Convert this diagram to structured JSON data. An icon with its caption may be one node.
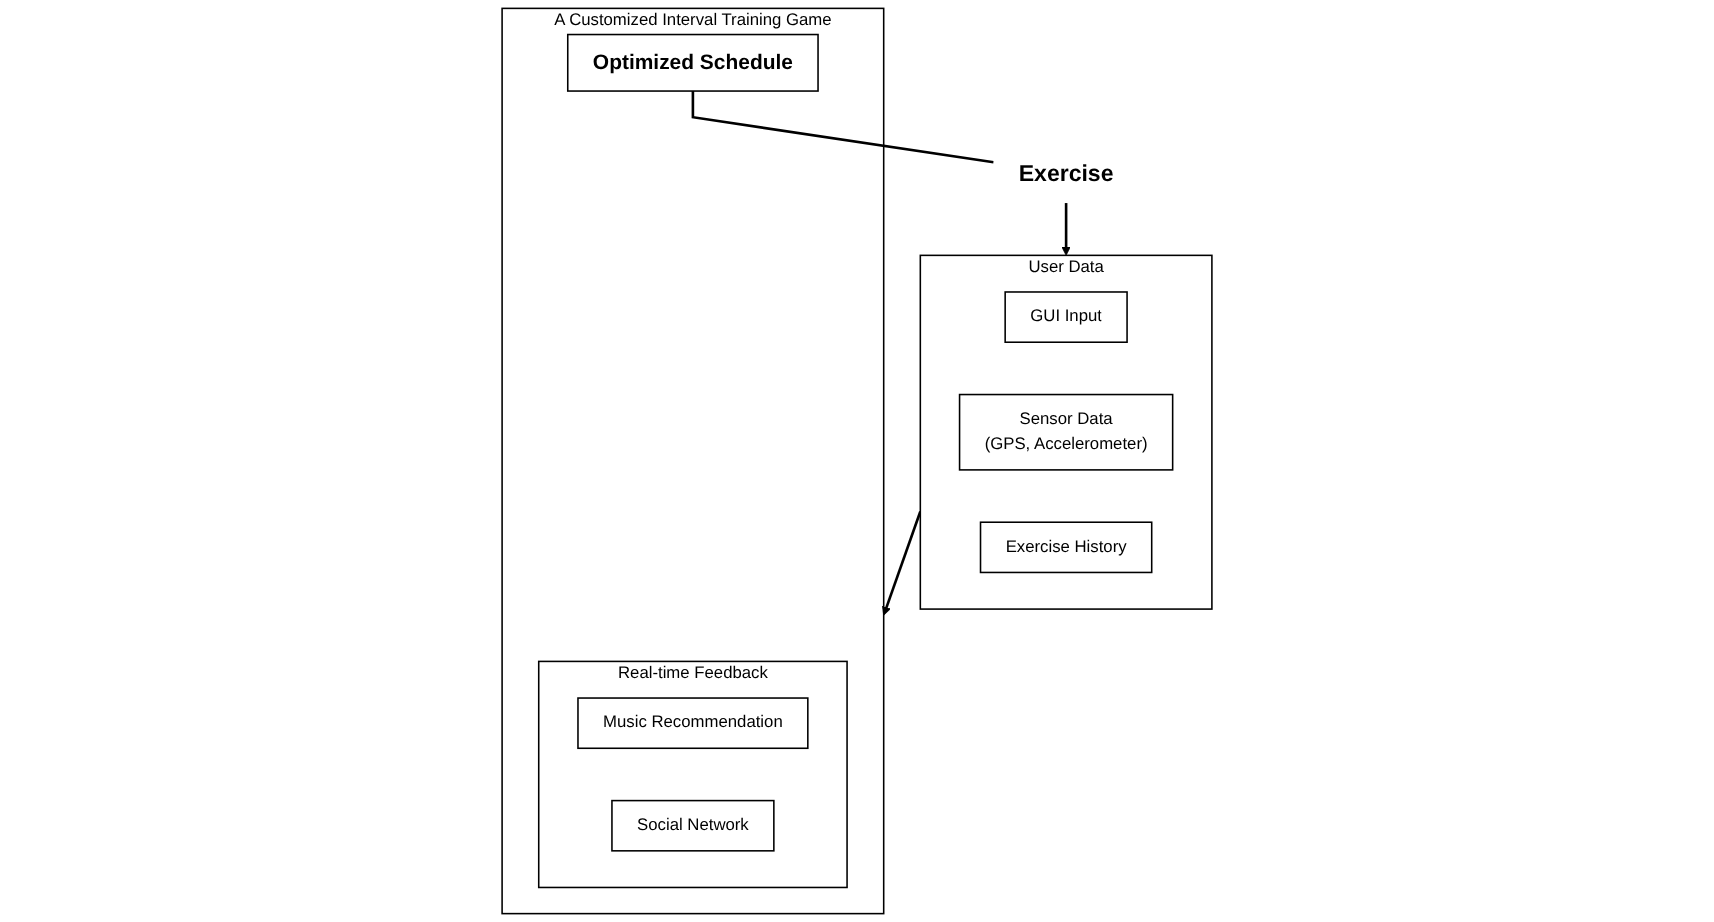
{
  "diagram": {
    "nodes": [
      {
        "text": [
          "User Data"
        ]
      },
      {
        "text": [
          "GUI Input"
        ],
        "in": 0
      },
      {
        "text": [
          "Sensor Data",
          "(GPS, Accelerometer)"
        ],
        "in": 0
      },
      {
        "text": [
          "Exercise History"
        ],
        "in": 0
      },
      {
        "text": [
          "A Customized Interval Training Game"
        ]
      },
      {
        "text": [
          "Real-time Feedback"
        ],
        "in": 4
      },
      {
        "text": [
          "Music Recommendation"
        ],
        "in": 5
      },
      {
        "text": [
          "Social Network"
        ],
        "in": 5
      },
      {
        "text": [
          "Optimized Schedule"
        ],
        "in": 4
      },
      {
        "text": [
          "Exercise"
        ]
      }
    ],
    "edges": [
      {
        "from": 0,
        "to": 4,
        "arrow": "to"
      },
      {
        "from": 8,
        "to": 9,
        "arrow": "none"
      },
      {
        "from": 9,
        "to": 0,
        "arrow": "to"
      }
    ]
  }
}
